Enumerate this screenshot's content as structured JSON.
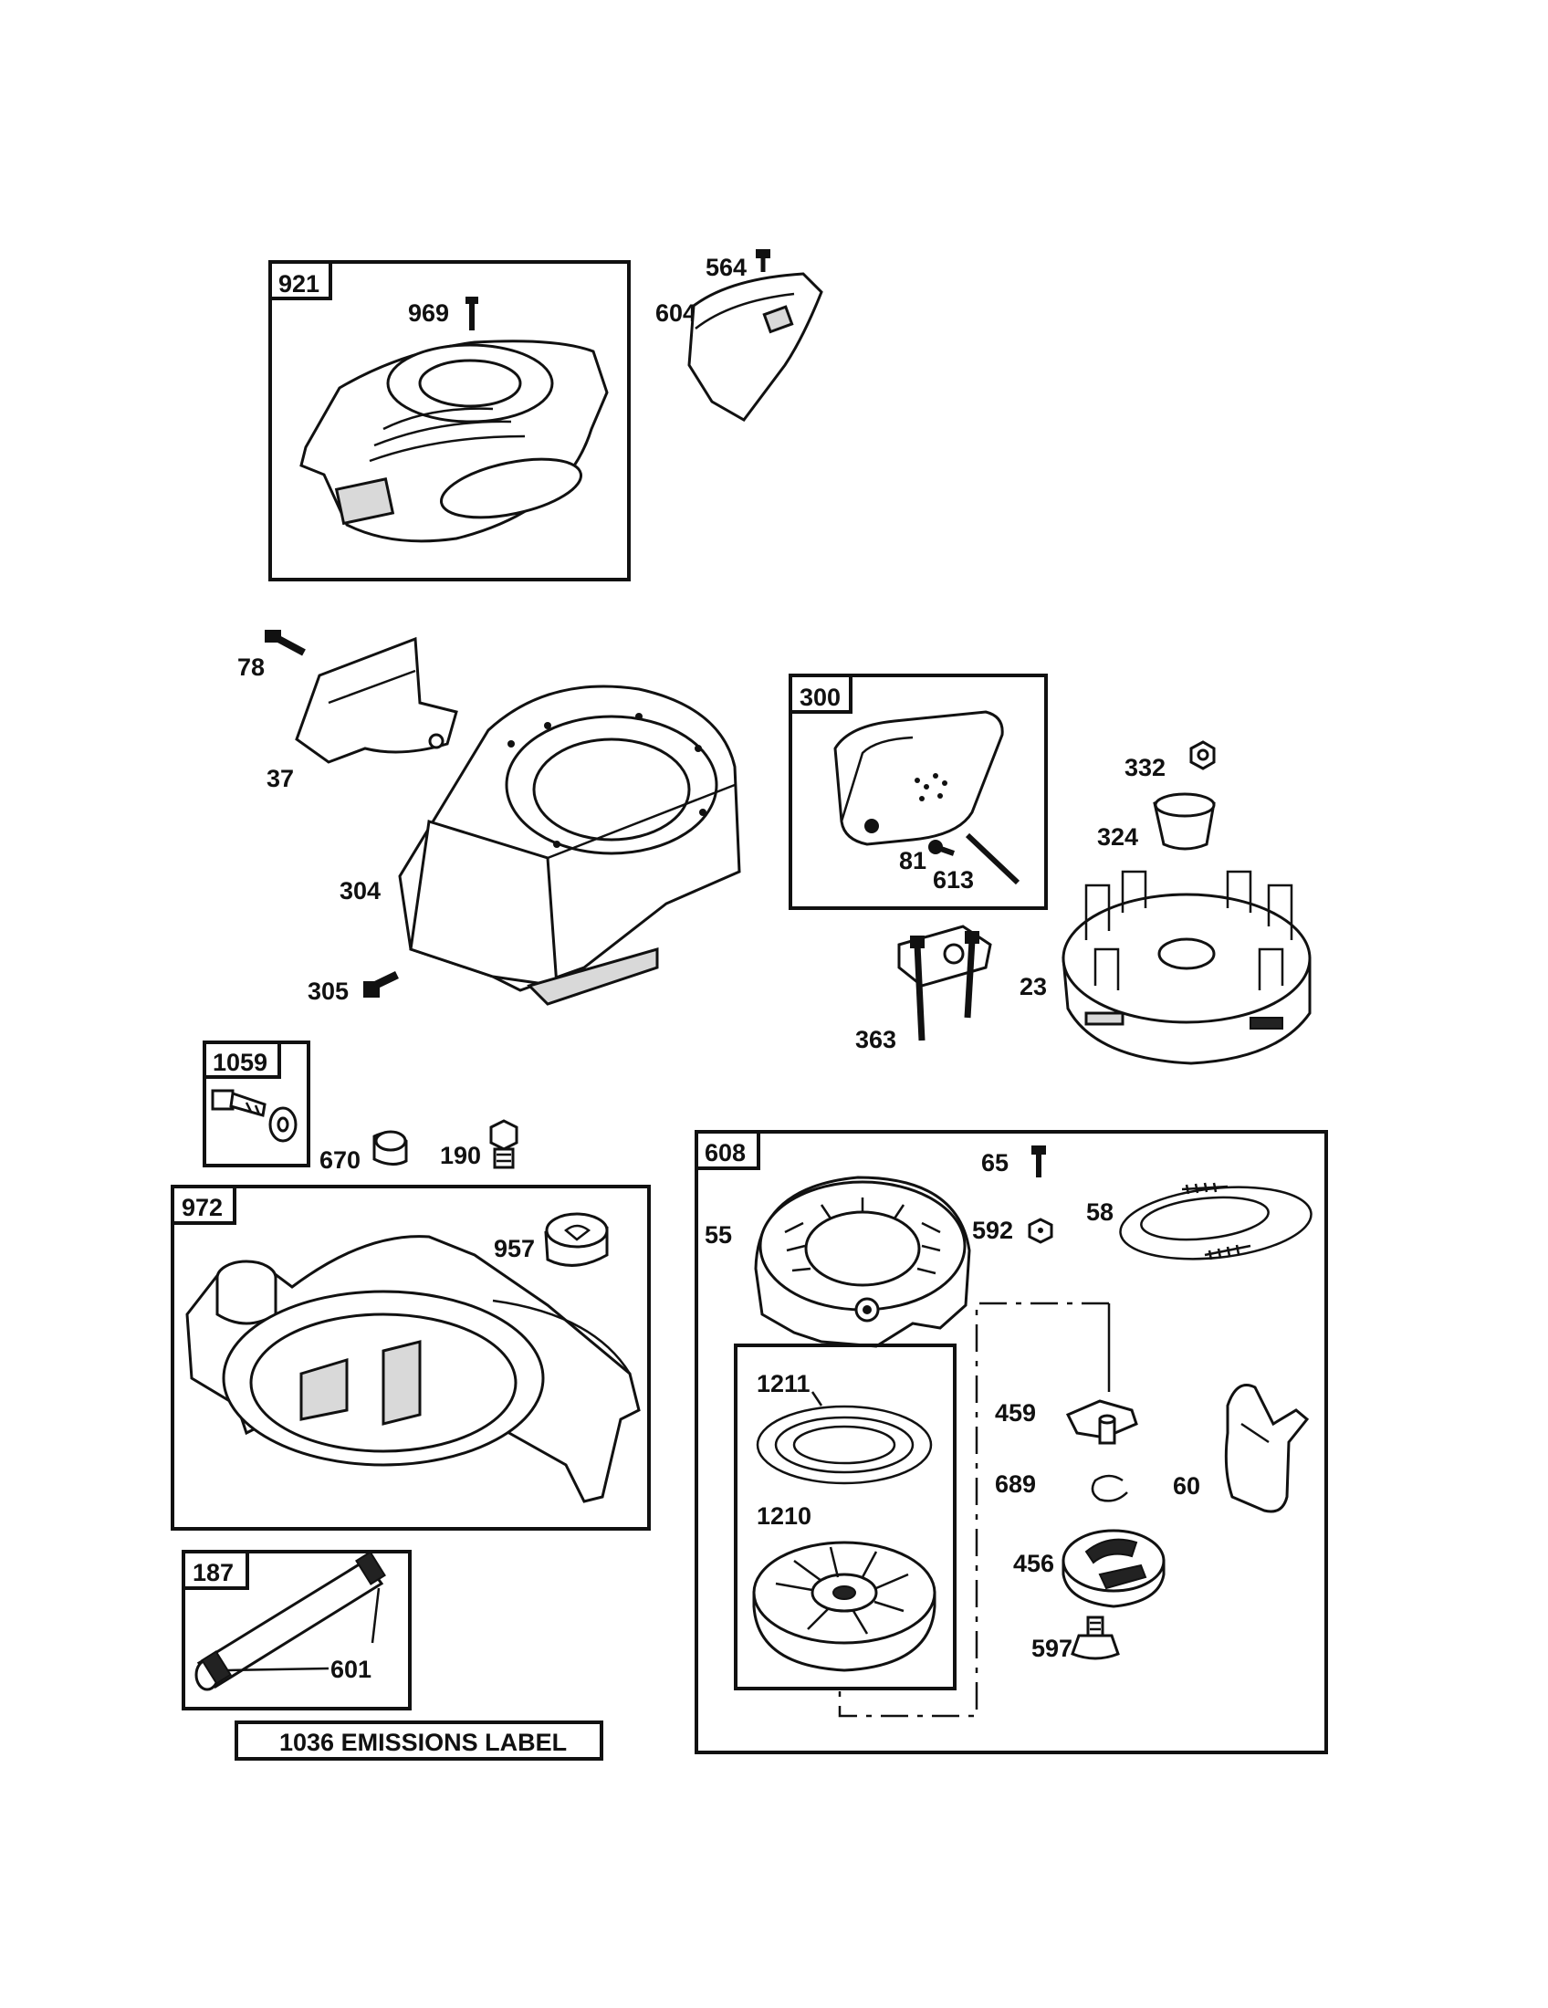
{
  "groups": {
    "g921": "921",
    "g300": "300",
    "g1059": "1059",
    "g972": "972",
    "g187": "187",
    "g608": "608"
  },
  "parts": {
    "p969": "969",
    "p564": "564",
    "p604": "604",
    "p78": "78",
    "p37": "37",
    "p304": "304",
    "p305": "305",
    "p81": "81",
    "p613": "613",
    "p332": "332",
    "p324": "324",
    "p23": "23",
    "p363": "363",
    "p670": "670",
    "p190": "190",
    "p957": "957",
    "p601": "601",
    "p65": "65",
    "p55": "55",
    "p592": "592",
    "p58": "58",
    "p1211": "1211",
    "p1210": "1210",
    "p459": "459",
    "p689": "689",
    "p60": "60",
    "p456": "456",
    "p597": "597"
  },
  "emissions_label": "1036 EMISSIONS LABEL"
}
